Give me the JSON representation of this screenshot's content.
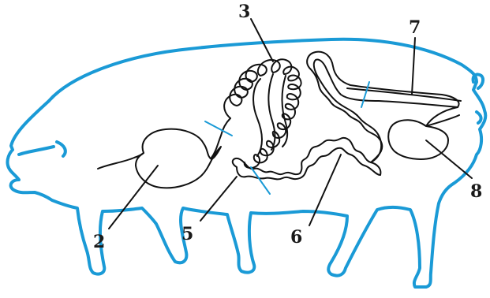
{
  "labels": {
    "l2": "2",
    "l3": "3",
    "l5": "5",
    "l6": "6",
    "l7": "7",
    "l8": "8"
  },
  "colors": {
    "body_outline": "#1a9ad6",
    "organs": "#111111",
    "background": "#ffffff"
  }
}
